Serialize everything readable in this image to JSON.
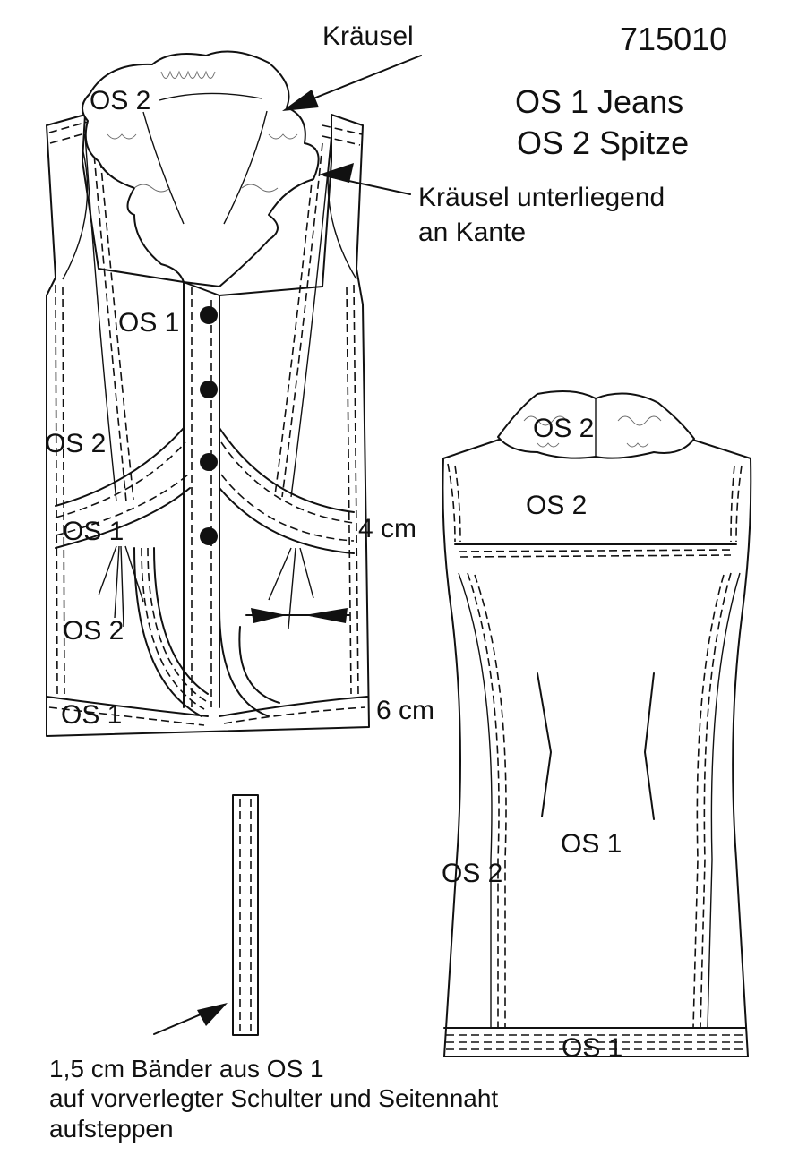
{
  "pattern_number": "715010",
  "legend": {
    "os1": "OS 1 Jeans",
    "os2": "OS 2 Spitze"
  },
  "callouts": {
    "kraeusel": "Kräusel",
    "kraeusel_edge_line1": "Kräusel unterliegend",
    "kraeusel_edge_line2": "an Kante"
  },
  "front": {
    "collar_label": "OS 2",
    "upper_panel_label": "OS 1",
    "side_label": "OS 2",
    "band_label": "OS 1",
    "lower_panel_label": "OS 2",
    "hem_label": "OS 1",
    "band_width": "4 cm",
    "hem_width": "6 cm"
  },
  "back": {
    "collar_label": "OS 2",
    "yoke_label": "OS 2",
    "body_label": "OS 1",
    "side_label": "OS 2",
    "hem_label": "OS 1"
  },
  "strap": {
    "note_line1": "1,5 cm Bänder aus OS 1",
    "note_line2": "auf vorverlegter Schulter und Seitennaht",
    "note_line3": "aufsteppen"
  }
}
